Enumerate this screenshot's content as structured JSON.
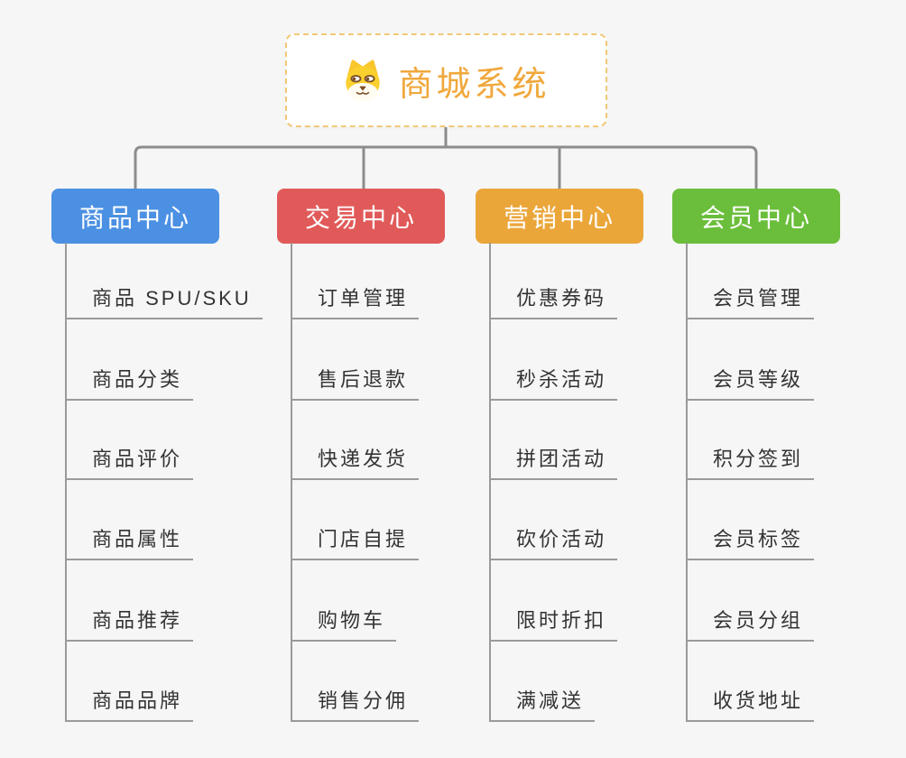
{
  "root": {
    "title": "商城系统",
    "icon": "shiba-dog-icon"
  },
  "colors": {
    "background": "#F5F6F5",
    "root_background": "#FFFFFF",
    "root_border": "#F2C879",
    "root_text": "#F0A83C",
    "connector": "#8C8C8C",
    "leaf_line": "#9A9A9A",
    "leaf_text": "#333333",
    "branch_text": "#FFFFFF"
  },
  "branches": [
    {
      "label": "商品中心",
      "color": "#4B90E2",
      "children": [
        "商品 SPU/SKU",
        "商品分类",
        "商品评价",
        "商品属性",
        "商品推荐",
        "商品品牌"
      ]
    },
    {
      "label": "交易中心",
      "color": "#E15A5A",
      "children": [
        "订单管理",
        "售后退款",
        "快递发货",
        "门店自提",
        "购物车",
        "销售分佣"
      ]
    },
    {
      "label": "营销中心",
      "color": "#EBA63A",
      "children": [
        "优惠券码",
        "秒杀活动",
        "拼团活动",
        "砍价活动",
        "限时折扣",
        "满减送"
      ]
    },
    {
      "label": "会员中心",
      "color": "#6BBE3B",
      "children": [
        "会员管理",
        "会员等级",
        "积分签到",
        "会员标签",
        "会员分组",
        "收货地址"
      ]
    }
  ]
}
